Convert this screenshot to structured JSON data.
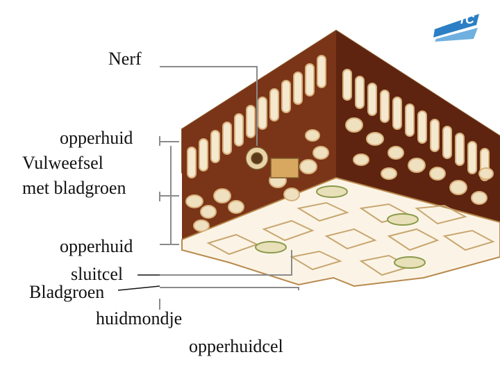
{
  "labels": {
    "nerf": "Nerf",
    "opperhuid_top": "opperhuid",
    "vulweefsel_line1": "Vulweefsel",
    "vulweefsel_line2": "met bladgroen",
    "opperhuid_bottom": "opperhuid",
    "sluitcel": "sluitcel",
    "bladgroen": "Bladgroen",
    "huidmondje": "huidmondje",
    "opperhuidcel": "opperhuidcel"
  },
  "logo": {
    "text": "TC",
    "color": "#2c7fc4"
  },
  "colors": {
    "leader_line": "#8a8a8a",
    "cell_wall": "#c89a5a",
    "cell_fill": "#f6ecd6",
    "chloroplast": "#6b8f3a",
    "dark_tissue": "#6a2a12"
  }
}
